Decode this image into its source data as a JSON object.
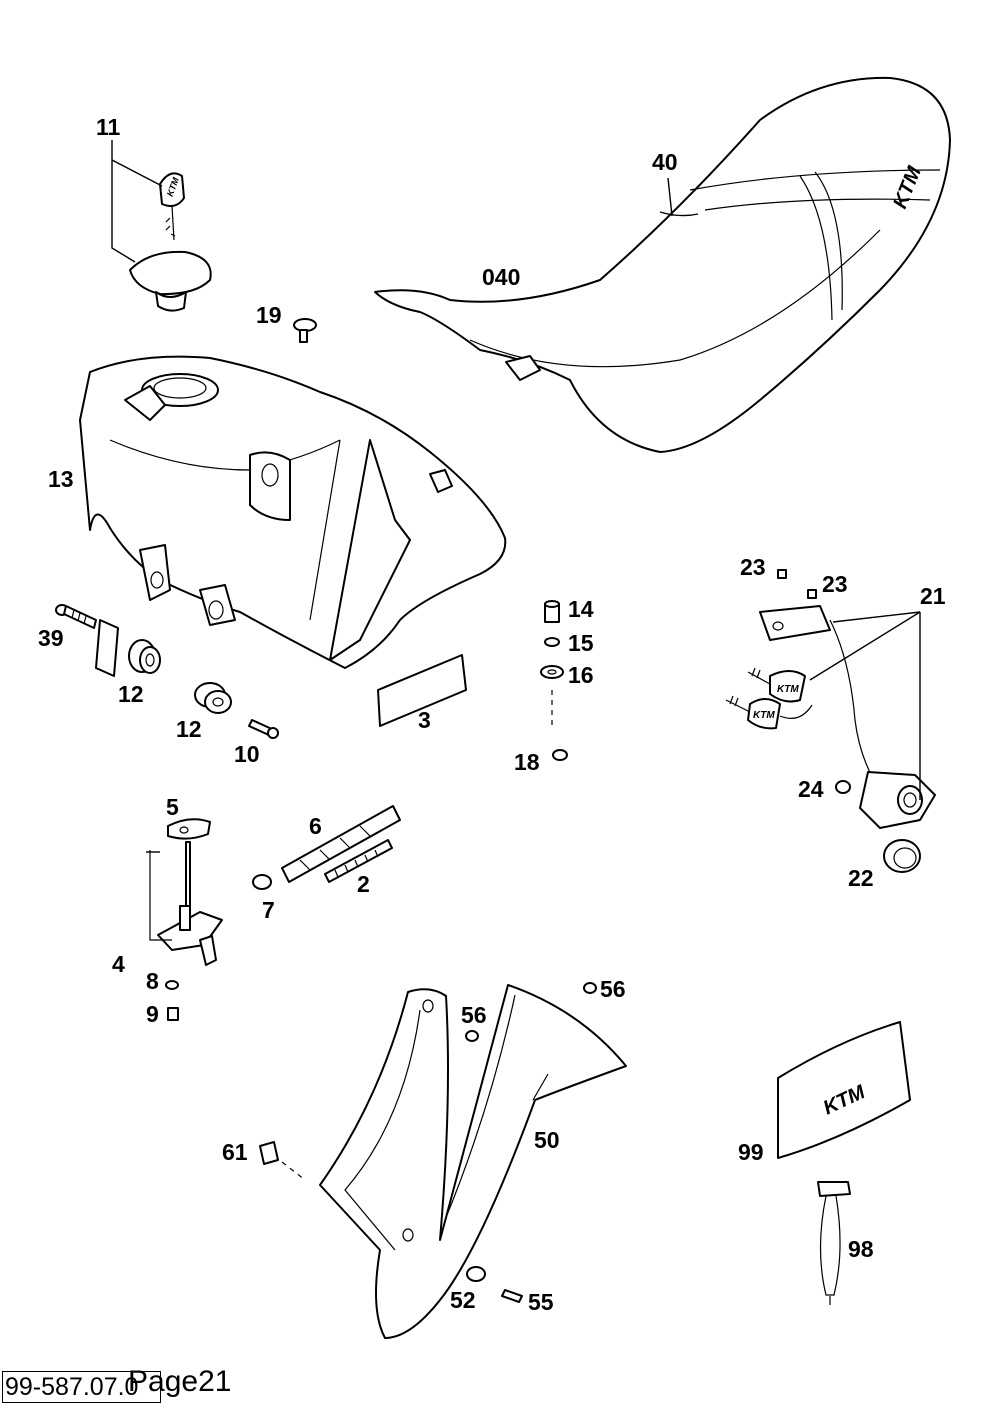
{
  "diagram": {
    "callouts": [
      {
        "id": "11",
        "label": "11"
      },
      {
        "id": "40",
        "label": "40"
      },
      {
        "id": "040",
        "label": "040"
      },
      {
        "id": "19",
        "label": "19"
      },
      {
        "id": "13",
        "label": "13"
      },
      {
        "id": "39",
        "label": "39"
      },
      {
        "id": "12a",
        "label": "12"
      },
      {
        "id": "12b",
        "label": "12"
      },
      {
        "id": "10",
        "label": "10"
      },
      {
        "id": "3",
        "label": "3"
      },
      {
        "id": "14",
        "label": "14"
      },
      {
        "id": "15",
        "label": "15"
      },
      {
        "id": "16",
        "label": "16"
      },
      {
        "id": "18",
        "label": "18"
      },
      {
        "id": "23a",
        "label": "23"
      },
      {
        "id": "23b",
        "label": "23"
      },
      {
        "id": "21",
        "label": "21"
      },
      {
        "id": "24",
        "label": "24"
      },
      {
        "id": "22",
        "label": "22"
      },
      {
        "id": "5",
        "label": "5"
      },
      {
        "id": "6",
        "label": "6"
      },
      {
        "id": "2",
        "label": "2"
      },
      {
        "id": "7",
        "label": "7"
      },
      {
        "id": "4",
        "label": "4"
      },
      {
        "id": "8",
        "label": "8"
      },
      {
        "id": "9",
        "label": "9"
      },
      {
        "id": "56a",
        "label": "56"
      },
      {
        "id": "56b",
        "label": "56"
      },
      {
        "id": "50",
        "label": "50"
      },
      {
        "id": "61",
        "label": "61"
      },
      {
        "id": "52",
        "label": "52"
      },
      {
        "id": "55",
        "label": "55"
      },
      {
        "id": "99",
        "label": "99"
      },
      {
        "id": "98",
        "label": "98"
      }
    ],
    "logo_text": "KTM"
  },
  "footer": {
    "code": "99-587.07.0",
    "page": "Page21"
  }
}
